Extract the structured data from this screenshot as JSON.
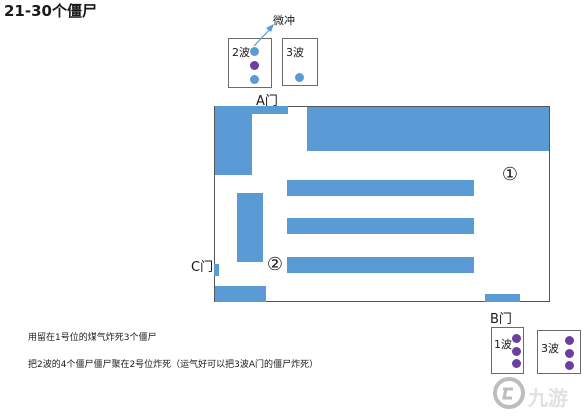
{
  "title": "21-30个僵尸",
  "legend_top": {
    "box1_label": "2波",
    "box2_label": "3波",
    "arrow_label": "微冲"
  },
  "doors": {
    "a": "A门",
    "b": "B门",
    "c": "C门"
  },
  "positions": {
    "p1": "①",
    "p2": "②"
  },
  "legend_bottom": {
    "box1_label": "1波",
    "box2_label": "3波"
  },
  "notes": [
    "用留在1号位的煤气炸死3个僵尸",
    "把2波的4个僵尸僵尸聚在2号位炸死（运气好可以把3波A门的僵尸炸死）"
  ],
  "watermark": {
    "logo_text": "九游"
  },
  "colors": {
    "wall": "#5b9bd5",
    "purple_dot": "#6a3fa0",
    "blue_dot": "#5b9bd5"
  }
}
